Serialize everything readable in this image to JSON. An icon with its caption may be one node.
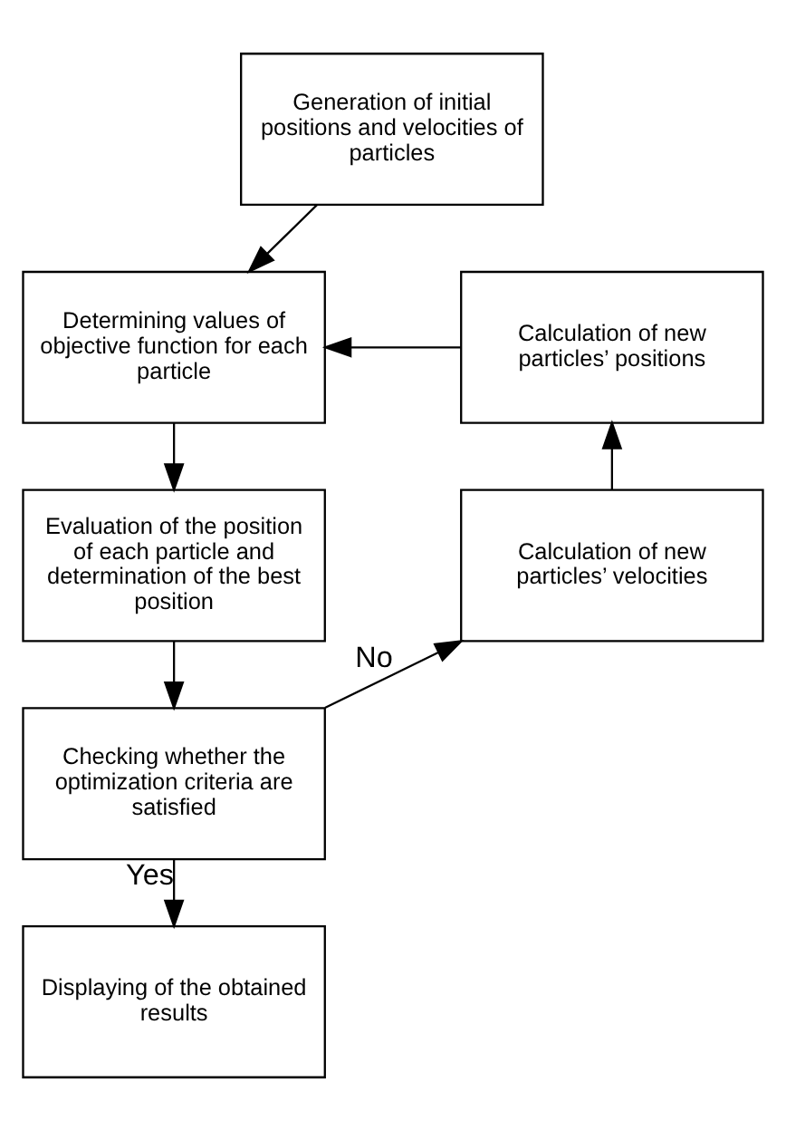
{
  "diagram": {
    "nodes": [
      {
        "text": [
          "Generation of initial positions and velocities of particles"
        ]
      },
      {
        "text": [
          "Determining values of objective function for each particle"
        ]
      },
      {
        "text": [
          "Evaluation of the position of each particle and determination of the best position"
        ]
      },
      {
        "text": [
          "Checking whether the optimization criteria are satisfied"
        ]
      },
      {
        "text": [
          "Displaying of the obtained results"
        ]
      },
      {
        "text": [
          "Calculation of new particles’ positions"
        ]
      },
      {
        "text": [
          "Calculation of new particles’ velocities"
        ]
      }
    ],
    "edges": [
      {
        "from": 0,
        "to": 1,
        "arrow": "to"
      },
      {
        "from": 1,
        "to": 2,
        "arrow": "to"
      },
      {
        "from": 2,
        "to": 3,
        "arrow": "to"
      },
      {
        "from": 3,
        "to": 4,
        "arrow": "to",
        "label": "Yes"
      },
      {
        "from": 3,
        "to": 6,
        "arrow": "to",
        "label": "No"
      },
      {
        "from": 6,
        "to": 5,
        "arrow": "to"
      },
      {
        "from": 5,
        "to": 1,
        "arrow": "to"
      }
    ]
  }
}
